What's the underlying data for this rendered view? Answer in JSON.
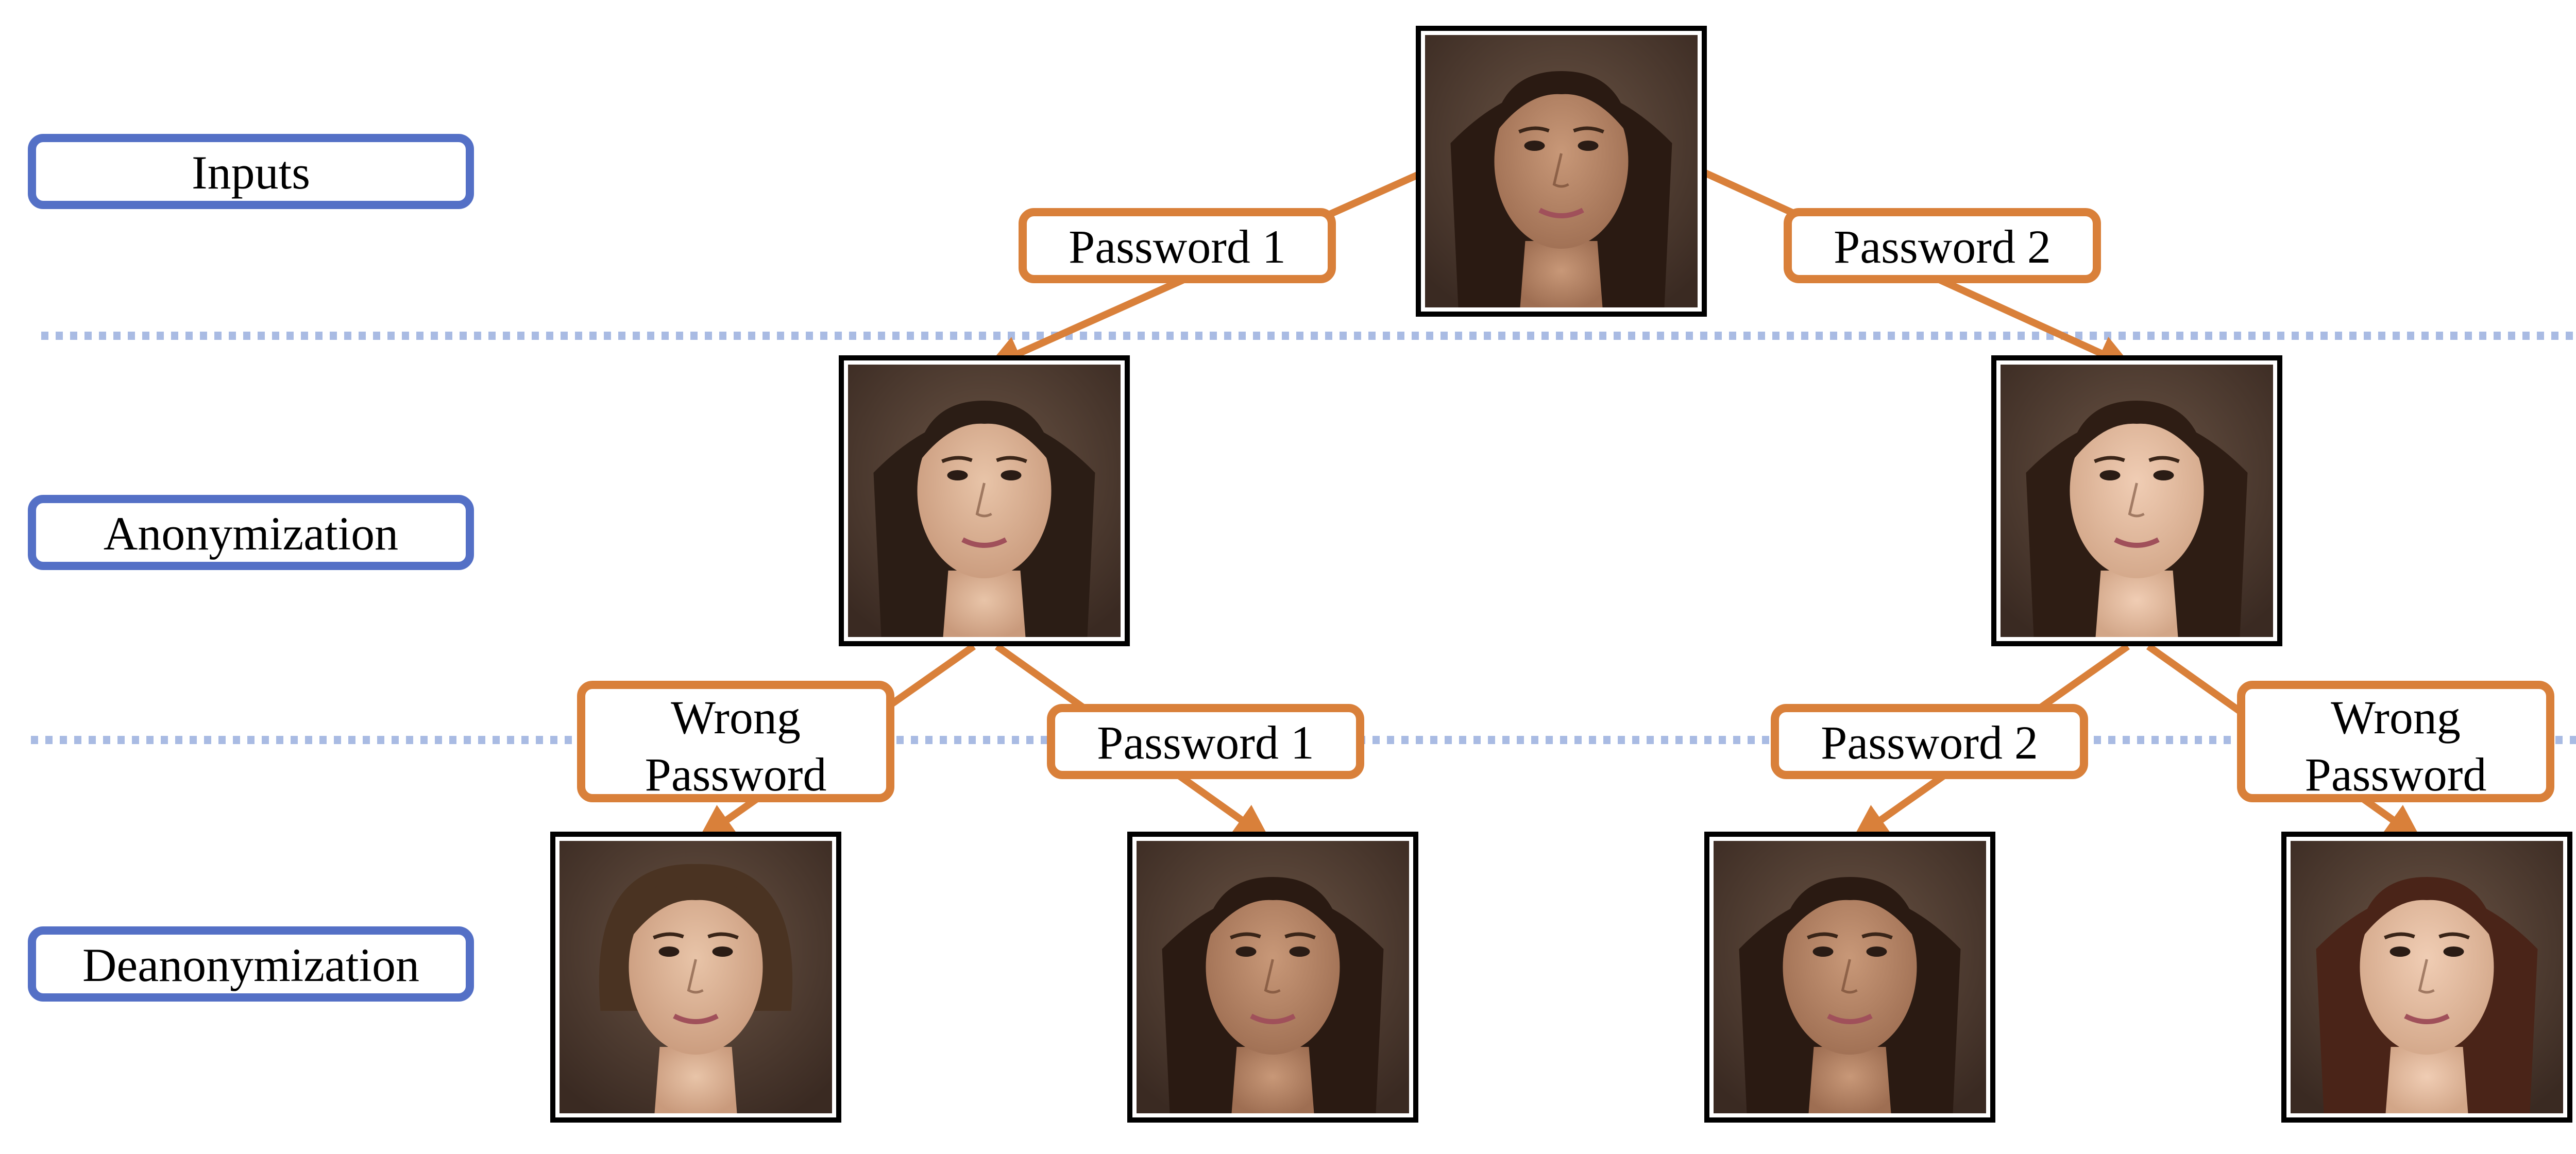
{
  "stages": {
    "inputs": "Inputs",
    "anonymization": "Anonymization",
    "deanonymization": "Deanonymization"
  },
  "passwords": {
    "top_left": "Password 1",
    "top_right": "Password 2",
    "left_wrong_line1": "Wrong",
    "left_wrong_line2": "Password",
    "left_correct": "Password 1",
    "right_correct": "Password 2",
    "right_wrong_line1": "Wrong",
    "right_wrong_line2": "Password"
  },
  "faces": {
    "input": "original face",
    "anon_1": "anonymized face (password 1)",
    "anon_2": "anonymized face (password 2)",
    "deanon_wrong_1": "wrong-password result (left)",
    "deanon_correct_1": "recovered face (password 1)",
    "deanon_correct_2": "recovered face (password 2)",
    "deanon_wrong_2": "wrong-password result (right)"
  },
  "colors": {
    "stage_border": "#5470c6",
    "password_border": "#d9803a",
    "divider": "#a9bbe3"
  }
}
